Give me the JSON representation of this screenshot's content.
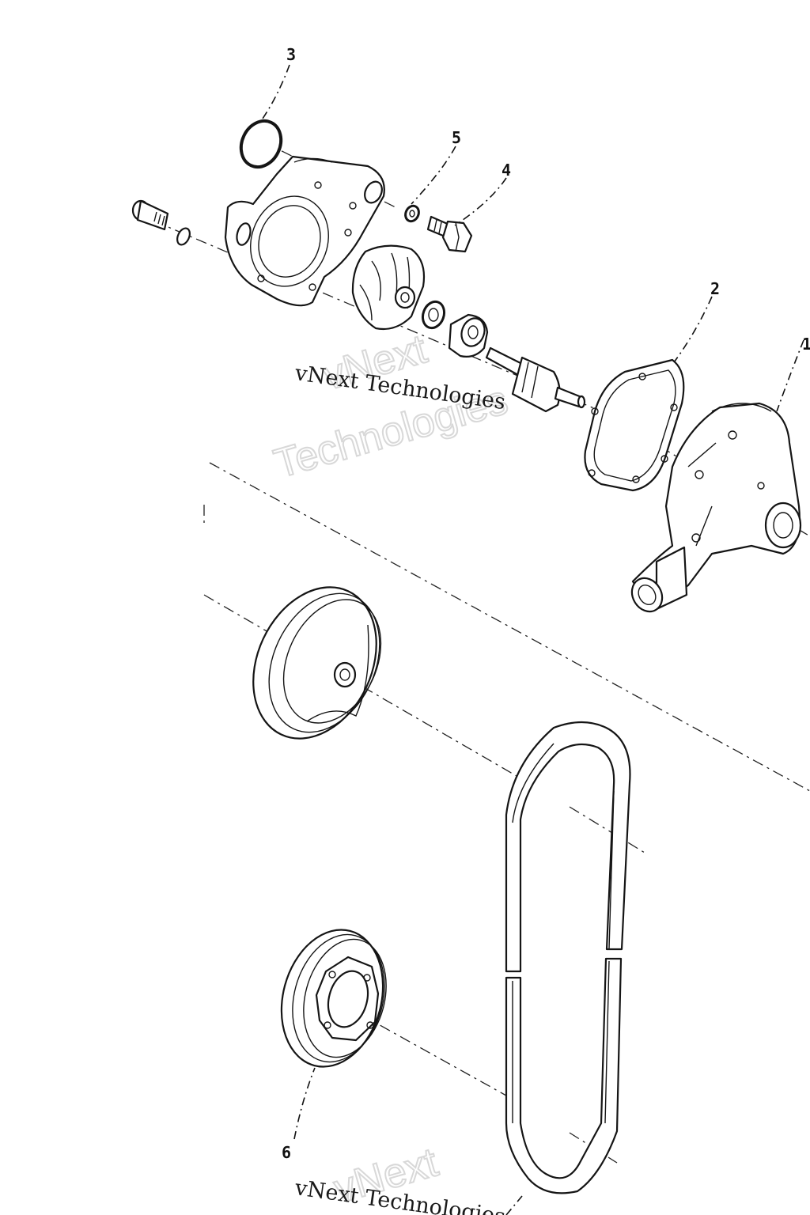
{
  "callouts": [
    {
      "id": "c3",
      "label": "3"
    },
    {
      "id": "c5",
      "label": "5"
    },
    {
      "id": "c4",
      "label": "4"
    },
    {
      "id": "c2",
      "label": "2"
    },
    {
      "id": "c1",
      "label": "1"
    },
    {
      "id": "c6",
      "label": "6"
    }
  ],
  "watermark": {
    "text_small": "vNext Technologies",
    "text_big_1": "vNext",
    "text_big_2": "Technologies"
  }
}
